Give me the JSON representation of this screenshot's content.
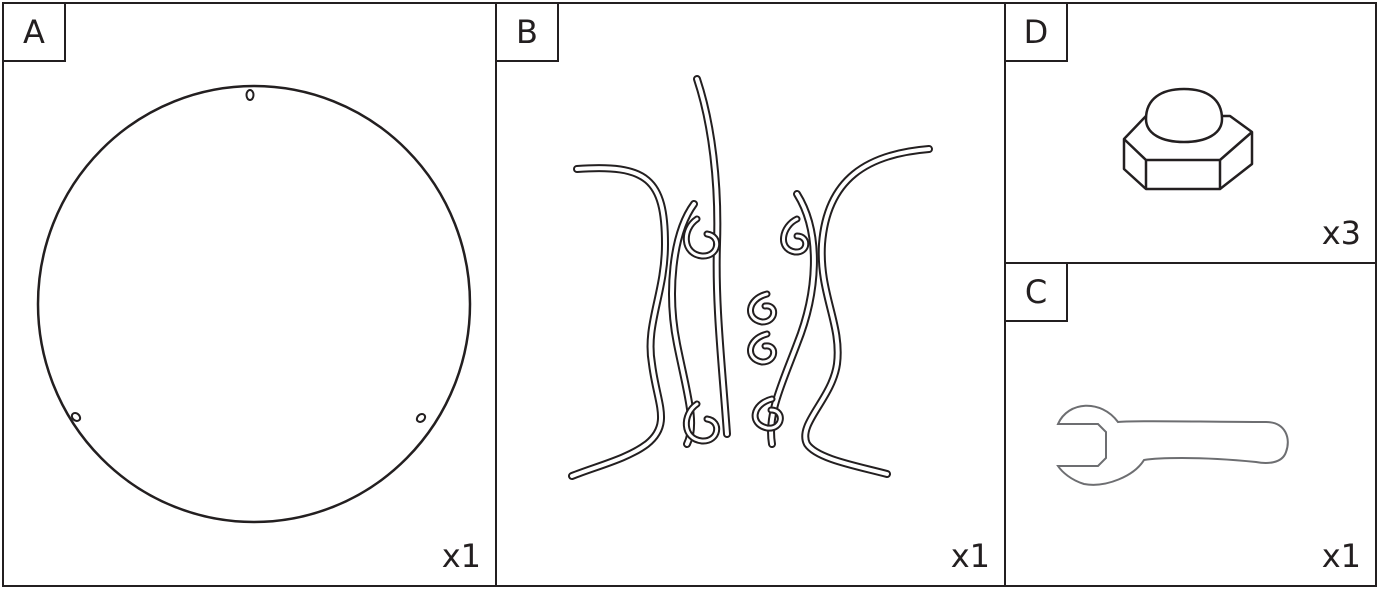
{
  "parts": [
    {
      "id": "A",
      "label": "A",
      "qty": "x1",
      "item": "round tabletop"
    },
    {
      "id": "B",
      "label": "B",
      "qty": "x1",
      "item": "scrollwork table base"
    },
    {
      "id": "D",
      "label": "D",
      "qty": "x3",
      "item": "cap nut"
    },
    {
      "id": "C",
      "label": "C",
      "qty": "x1",
      "item": "wrench"
    }
  ],
  "colors": {
    "line": "#231f20",
    "wrench": "#6d6e71",
    "background": "#ffffff"
  }
}
